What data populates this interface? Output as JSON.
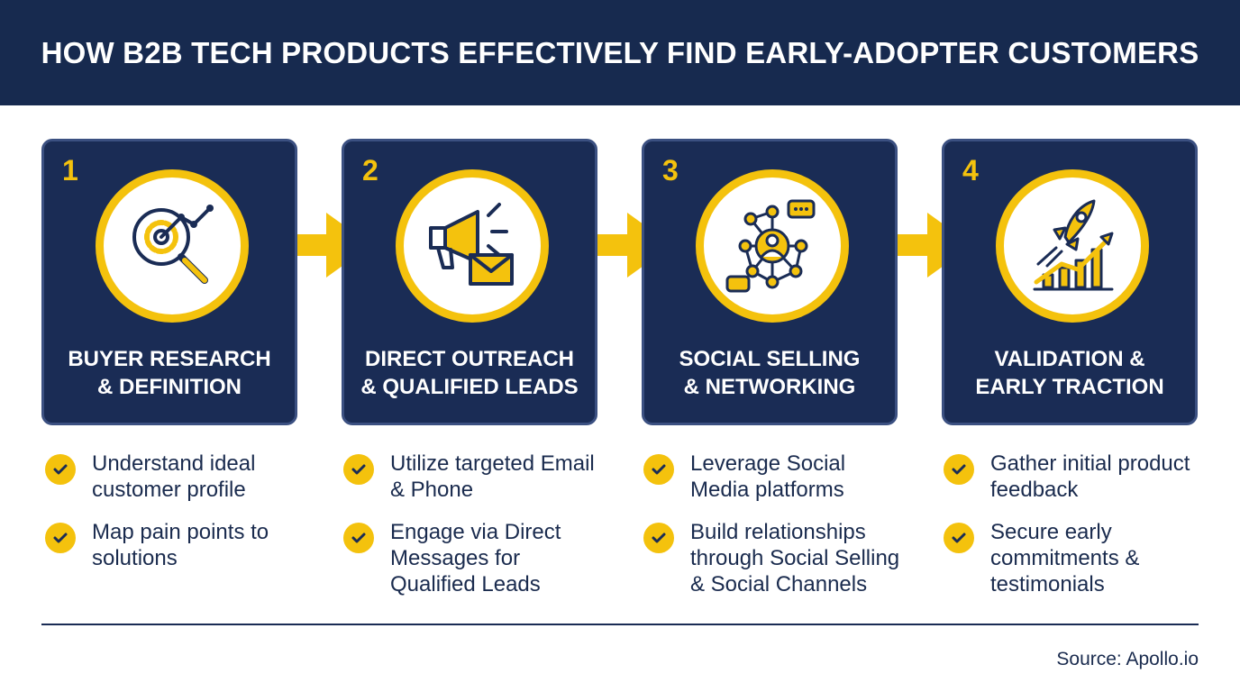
{
  "header": {
    "title": "HOW B2B TECH PRODUCTS EFFECTIVELY FIND EARLY-ADOPTER CUSTOMERS"
  },
  "steps": [
    {
      "number": "1",
      "title": "BUYER RESEARCH\n& DEFINITION",
      "icon": "research-gear-magnifier-icon",
      "bullets": [
        "Understand ideal customer profile",
        "Map pain points to solutions"
      ]
    },
    {
      "number": "2",
      "title": "DIRECT OUTREACH\n& QUALIFIED LEADS",
      "icon": "megaphone-envelope-icon",
      "bullets": [
        "Utilize targeted Email & Phone",
        "Engage via Direct Messages for Qualified Leads"
      ]
    },
    {
      "number": "3",
      "title": "SOCIAL SELLING\n& NETWORKING",
      "icon": "social-network-icon",
      "bullets": [
        "Leverage Social Media platforms",
        "Build relationships through Social Selling & Social Channels"
      ]
    },
    {
      "number": "4",
      "title": "VALIDATION &\nEARLY TRACTION",
      "icon": "rocket-growth-icon",
      "bullets": [
        "Gather initial product feedback",
        "Secure early commitments & testimonials"
      ]
    }
  ],
  "source": "Source: Apollo.io",
  "colors": {
    "navy": "#172a4f",
    "card": "#1a2c55",
    "accent": "#f4c20d",
    "white": "#ffffff"
  }
}
